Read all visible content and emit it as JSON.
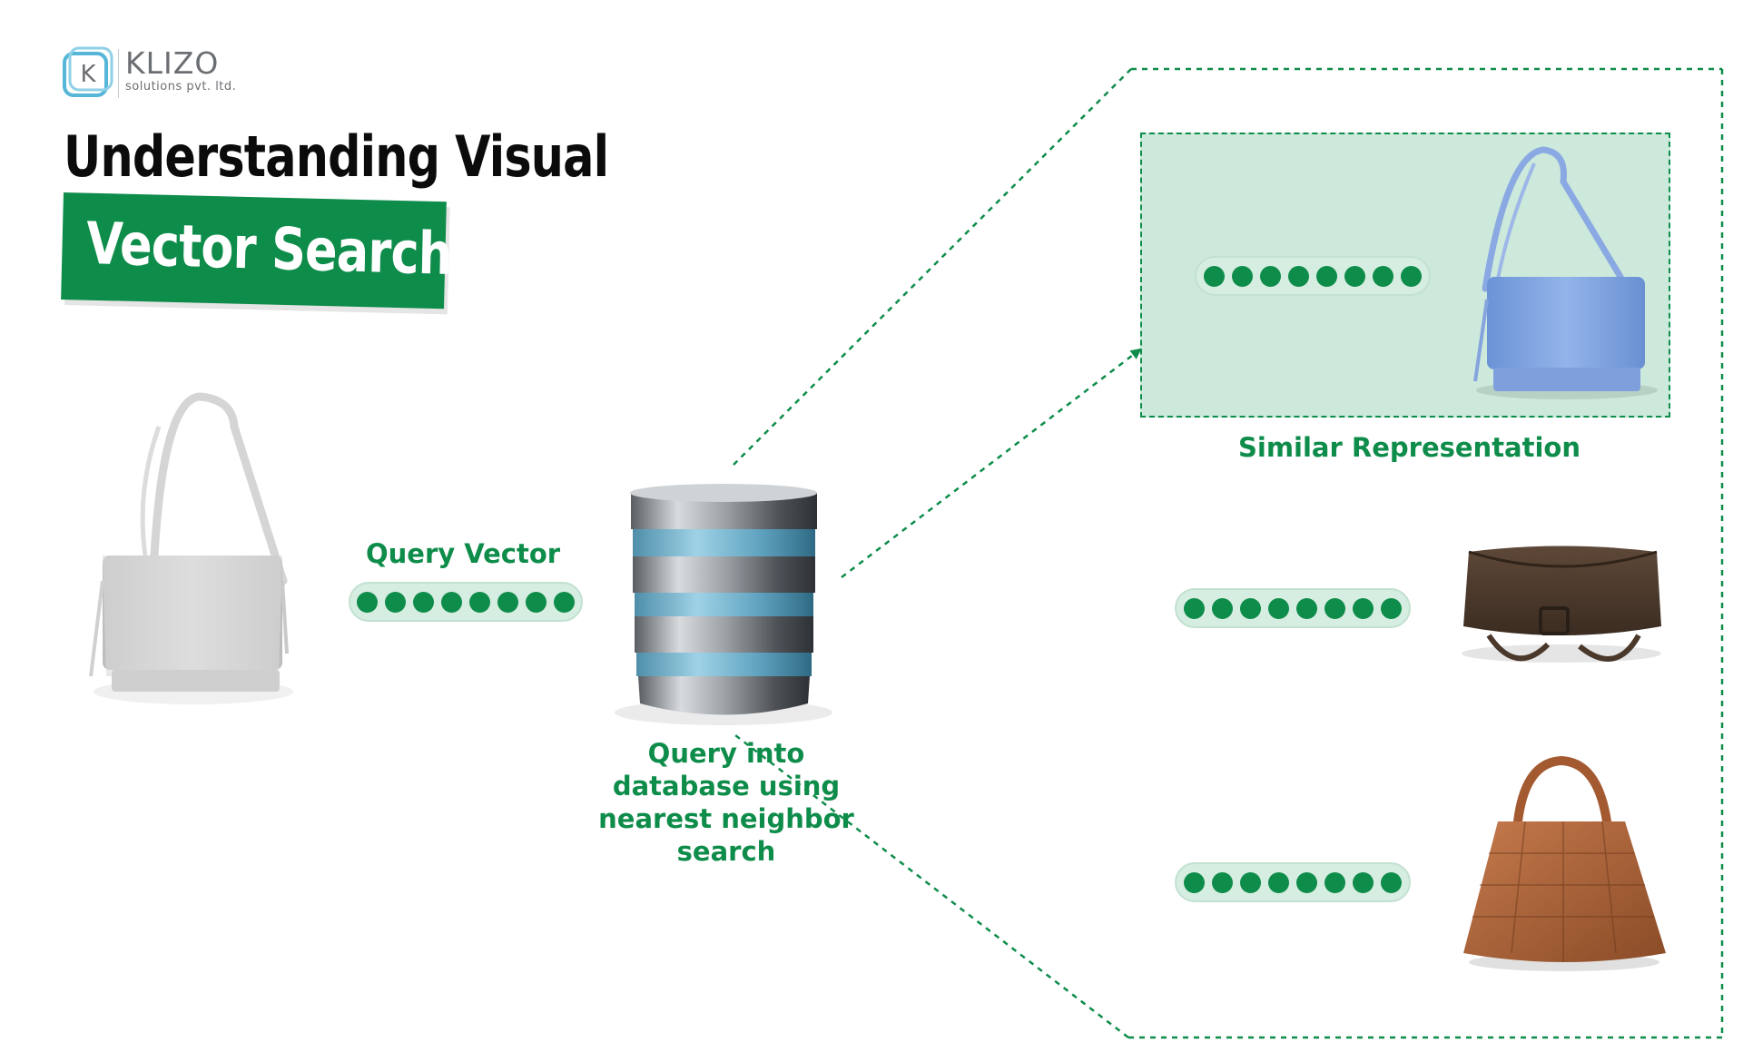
{
  "brand": {
    "logo_letter": "K",
    "name": "KLIZO",
    "tagline": "solutions pvt. ltd.",
    "color": "#0e8c4a"
  },
  "title": {
    "line1": "Understanding Visual",
    "line2": "Vector Search"
  },
  "labels": {
    "query_vector": "Query Vector",
    "database_query": "Query into database using nearest neighbor search",
    "similar": "Similar Representation"
  },
  "vectors": {
    "dots_per_vector": 8
  },
  "images": {
    "query_item": "white-messenger-bag",
    "database": "database-cylinder-icon",
    "result_1": "blue-messenger-bag",
    "result_2": "brown-leather-duffel-bag",
    "result_3": "brown-croc-handbag"
  }
}
